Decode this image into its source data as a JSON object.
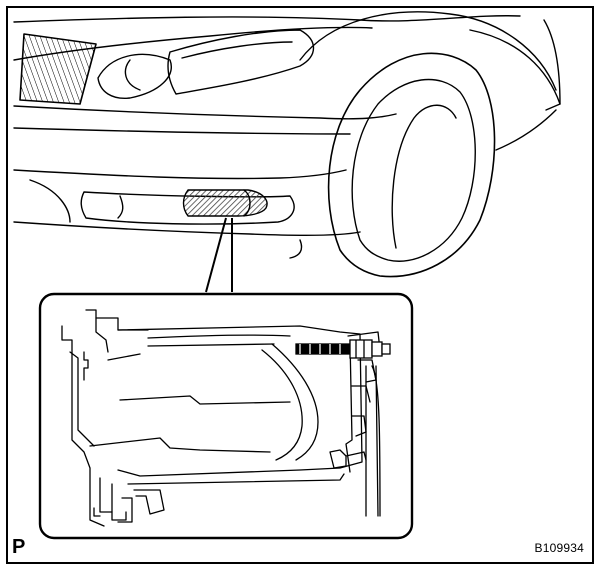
{
  "figure": {
    "corner_mark": "P",
    "figure_code": "B109934"
  },
  "icons": [
    "car-front-bumper-drawing",
    "fog-lamp-detail-drawing",
    "bolt-icon"
  ],
  "colors": {
    "line": "#000000",
    "background": "#ffffff",
    "hatch": "#444444"
  }
}
